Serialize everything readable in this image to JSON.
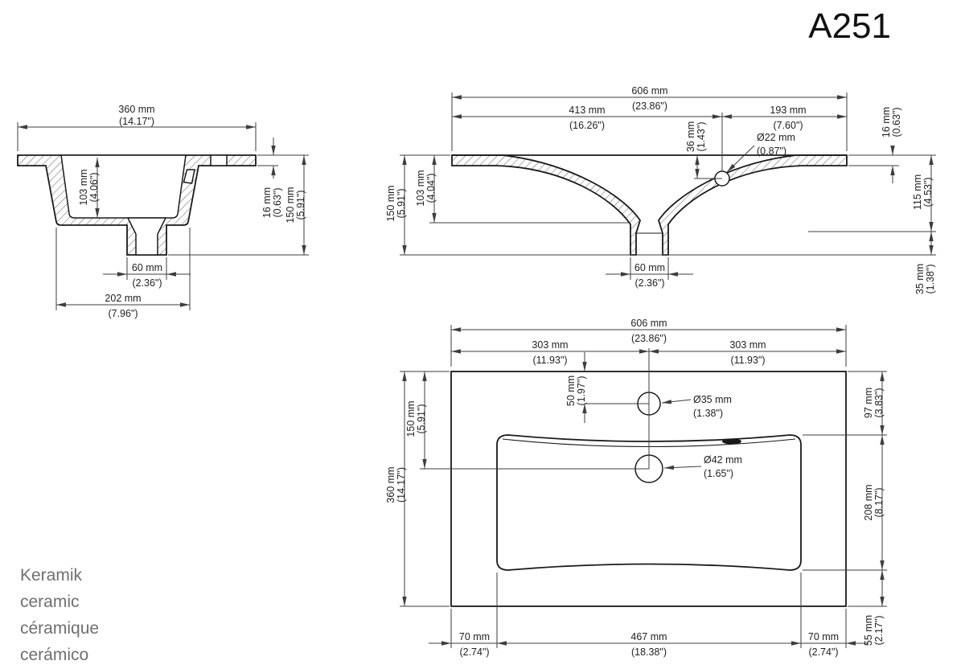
{
  "product_code": "A251",
  "material_labels": [
    "Keramik",
    "ceramic",
    "céramique",
    "cerámico"
  ],
  "colors": {
    "line": "#1a1a1a",
    "dim_line": "#3d3d3d",
    "muted_text": "#6f6f6f"
  },
  "dims": {
    "side": {
      "width_mm": "360 mm",
      "width_in": "(14.17\")",
      "depth_mm": "103 mm",
      "depth_in": "(4.06\")",
      "rim_mm": "16 mm",
      "rim_in": "(0.63\")",
      "height_mm": "150 mm",
      "height_in": "(5.91\")",
      "drain_mm": "60 mm",
      "drain_in": "(2.36\")",
      "base_mm": "202 mm",
      "base_in": "(7.96\")"
    },
    "front": {
      "width_mm": "606 mm",
      "width_in": "(23.86\")",
      "tap_left_mm": "413 mm",
      "tap_left_in": "(16.26\")",
      "tap_right_mm": "193 mm",
      "tap_right_in": "(7.60\")",
      "tap_down_mm": "36 mm",
      "tap_down_in": "(1.43\")",
      "tap_dia_mm": "Ø22 mm",
      "tap_dia_in": "(0.87\")",
      "rim_mm": "16 mm",
      "rim_in": "(0.63\")",
      "height_mm": "150 mm",
      "height_in": "(5.91\")",
      "depth_mm": "103 mm",
      "depth_in": "(4.04\")",
      "inner_mm": "115 mm",
      "inner_in": "(4.53\")",
      "lower_mm": "35 mm",
      "lower_in": "(1.38\")",
      "drain_mm": "60 mm",
      "drain_in": "(2.36\")"
    },
    "plan": {
      "width_mm": "606 mm",
      "width_in": "(23.86\")",
      "half_left_mm": "303 mm",
      "half_left_in": "(11.93\")",
      "half_right_mm": "303 mm",
      "half_right_in": "(11.93\")",
      "tap_offset_mm": "50 mm",
      "tap_offset_in": "(1.97\")",
      "tap_dia_mm": "Ø35 mm",
      "tap_dia_in": "(1.38\")",
      "drain_dia_mm": "Ø42 mm",
      "drain_dia_in": "(1.65\")",
      "drain_offset_mm": "150 mm",
      "drain_offset_in": "(5.91\")",
      "depth_mm": "360 mm",
      "depth_in": "(14.17\")",
      "basin_top_mm": "97 mm",
      "basin_top_in": "(3.83\")",
      "basin_len_mm": "208 mm",
      "basin_len_in": "(8.17\")",
      "basin_bottom_mm": "55 mm",
      "basin_bottom_in": "(2.17\")",
      "margin_left_mm": "70 mm",
      "margin_left_in": "(2.74\")",
      "basin_width_mm": "467 mm",
      "basin_width_in": "(18.38\")",
      "margin_right_mm": "70 mm",
      "margin_right_in": "(2.74\")"
    }
  }
}
